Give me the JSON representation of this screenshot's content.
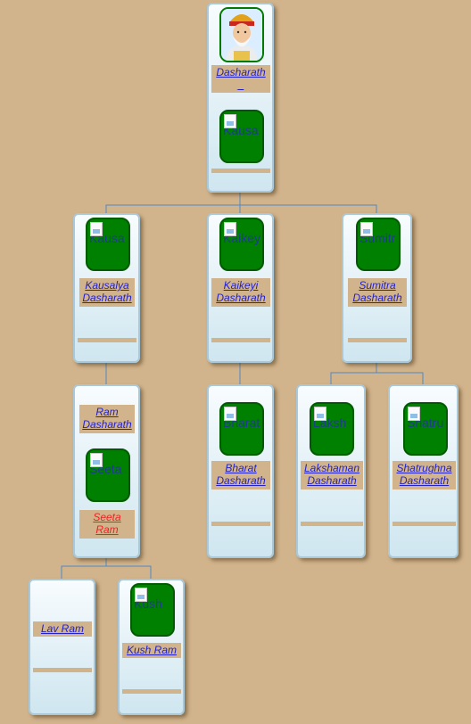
{
  "colors": {
    "background": "#d2b48c",
    "link": "#2222cc",
    "spouse_link": "#ee2222",
    "photo_placeholder": "#008000",
    "connector": "#4f89c7"
  },
  "members": {
    "dasharath": {
      "name_line1": "Dasharath",
      "name_line2": "_",
      "spouse_photo_alt": "Kausa"
    },
    "kausalya": {
      "photo_alt": "Kausa",
      "name_line1": "Kausalya",
      "name_line2": "Dasharath"
    },
    "kaikeyi": {
      "photo_alt": "Kaikey",
      "name_line1": "Kaikeyi",
      "name_line2": "Dasharath"
    },
    "sumitra": {
      "photo_alt": "Sumitr",
      "name_line1": "Sumitra",
      "name_line2": "Dasharath"
    },
    "ram": {
      "name_line1": "Ram",
      "name_line2": "Dasharath",
      "spouse_photo_alt": "Seeta",
      "spouse_line1": "Seeta",
      "spouse_line2": "Ram"
    },
    "bharat": {
      "photo_alt": "Bharat",
      "name_line1": "Bharat",
      "name_line2": "Dasharath"
    },
    "lakshaman": {
      "photo_alt": "Laksh",
      "name_line1": "Lakshaman",
      "name_line2": "Dasharath"
    },
    "shatrughna": {
      "photo_alt": "Shatru",
      "name_line1": "Shatrughna",
      "name_line2": "Dasharath"
    },
    "lav": {
      "name": "Lav Ram"
    },
    "kush": {
      "photo_alt": "Kush ",
      "name": "Kush Ram"
    }
  }
}
